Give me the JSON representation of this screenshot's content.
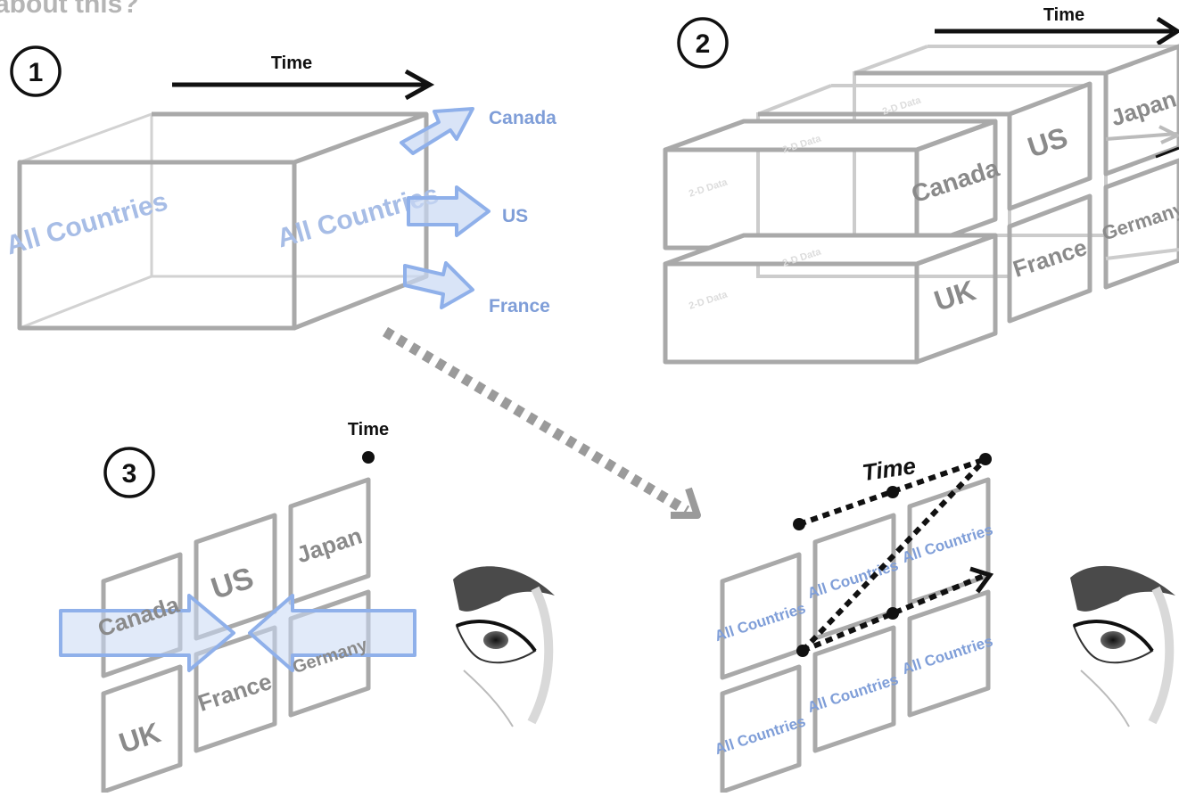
{
  "heading": "about this?",
  "panel1": {
    "number": "1",
    "time_label": "Time",
    "front_label": "All Countries",
    "side_label": "All Countries",
    "outputs": [
      "Canada",
      "US",
      "France"
    ]
  },
  "panel2": {
    "number": "2",
    "time_label": "Time",
    "face_label": "2-D Data",
    "countries": [
      "Canada",
      "US",
      "Japan",
      "UK",
      "France",
      "Germany"
    ]
  },
  "panel3": {
    "number": "3",
    "time_label": "Time",
    "countries": [
      "Canada",
      "US",
      "Japan",
      "UK",
      "France",
      "Germany"
    ]
  },
  "panel4": {
    "time_label": "Time",
    "tile_label": "All Countries"
  },
  "colors": {
    "accent_blue": "#7f9ed8",
    "box_gray": "#a9a9a9",
    "dark": "#111111"
  },
  "icons": [
    "eye-icon",
    "arrow-icon",
    "dotted-arrow-icon"
  ]
}
